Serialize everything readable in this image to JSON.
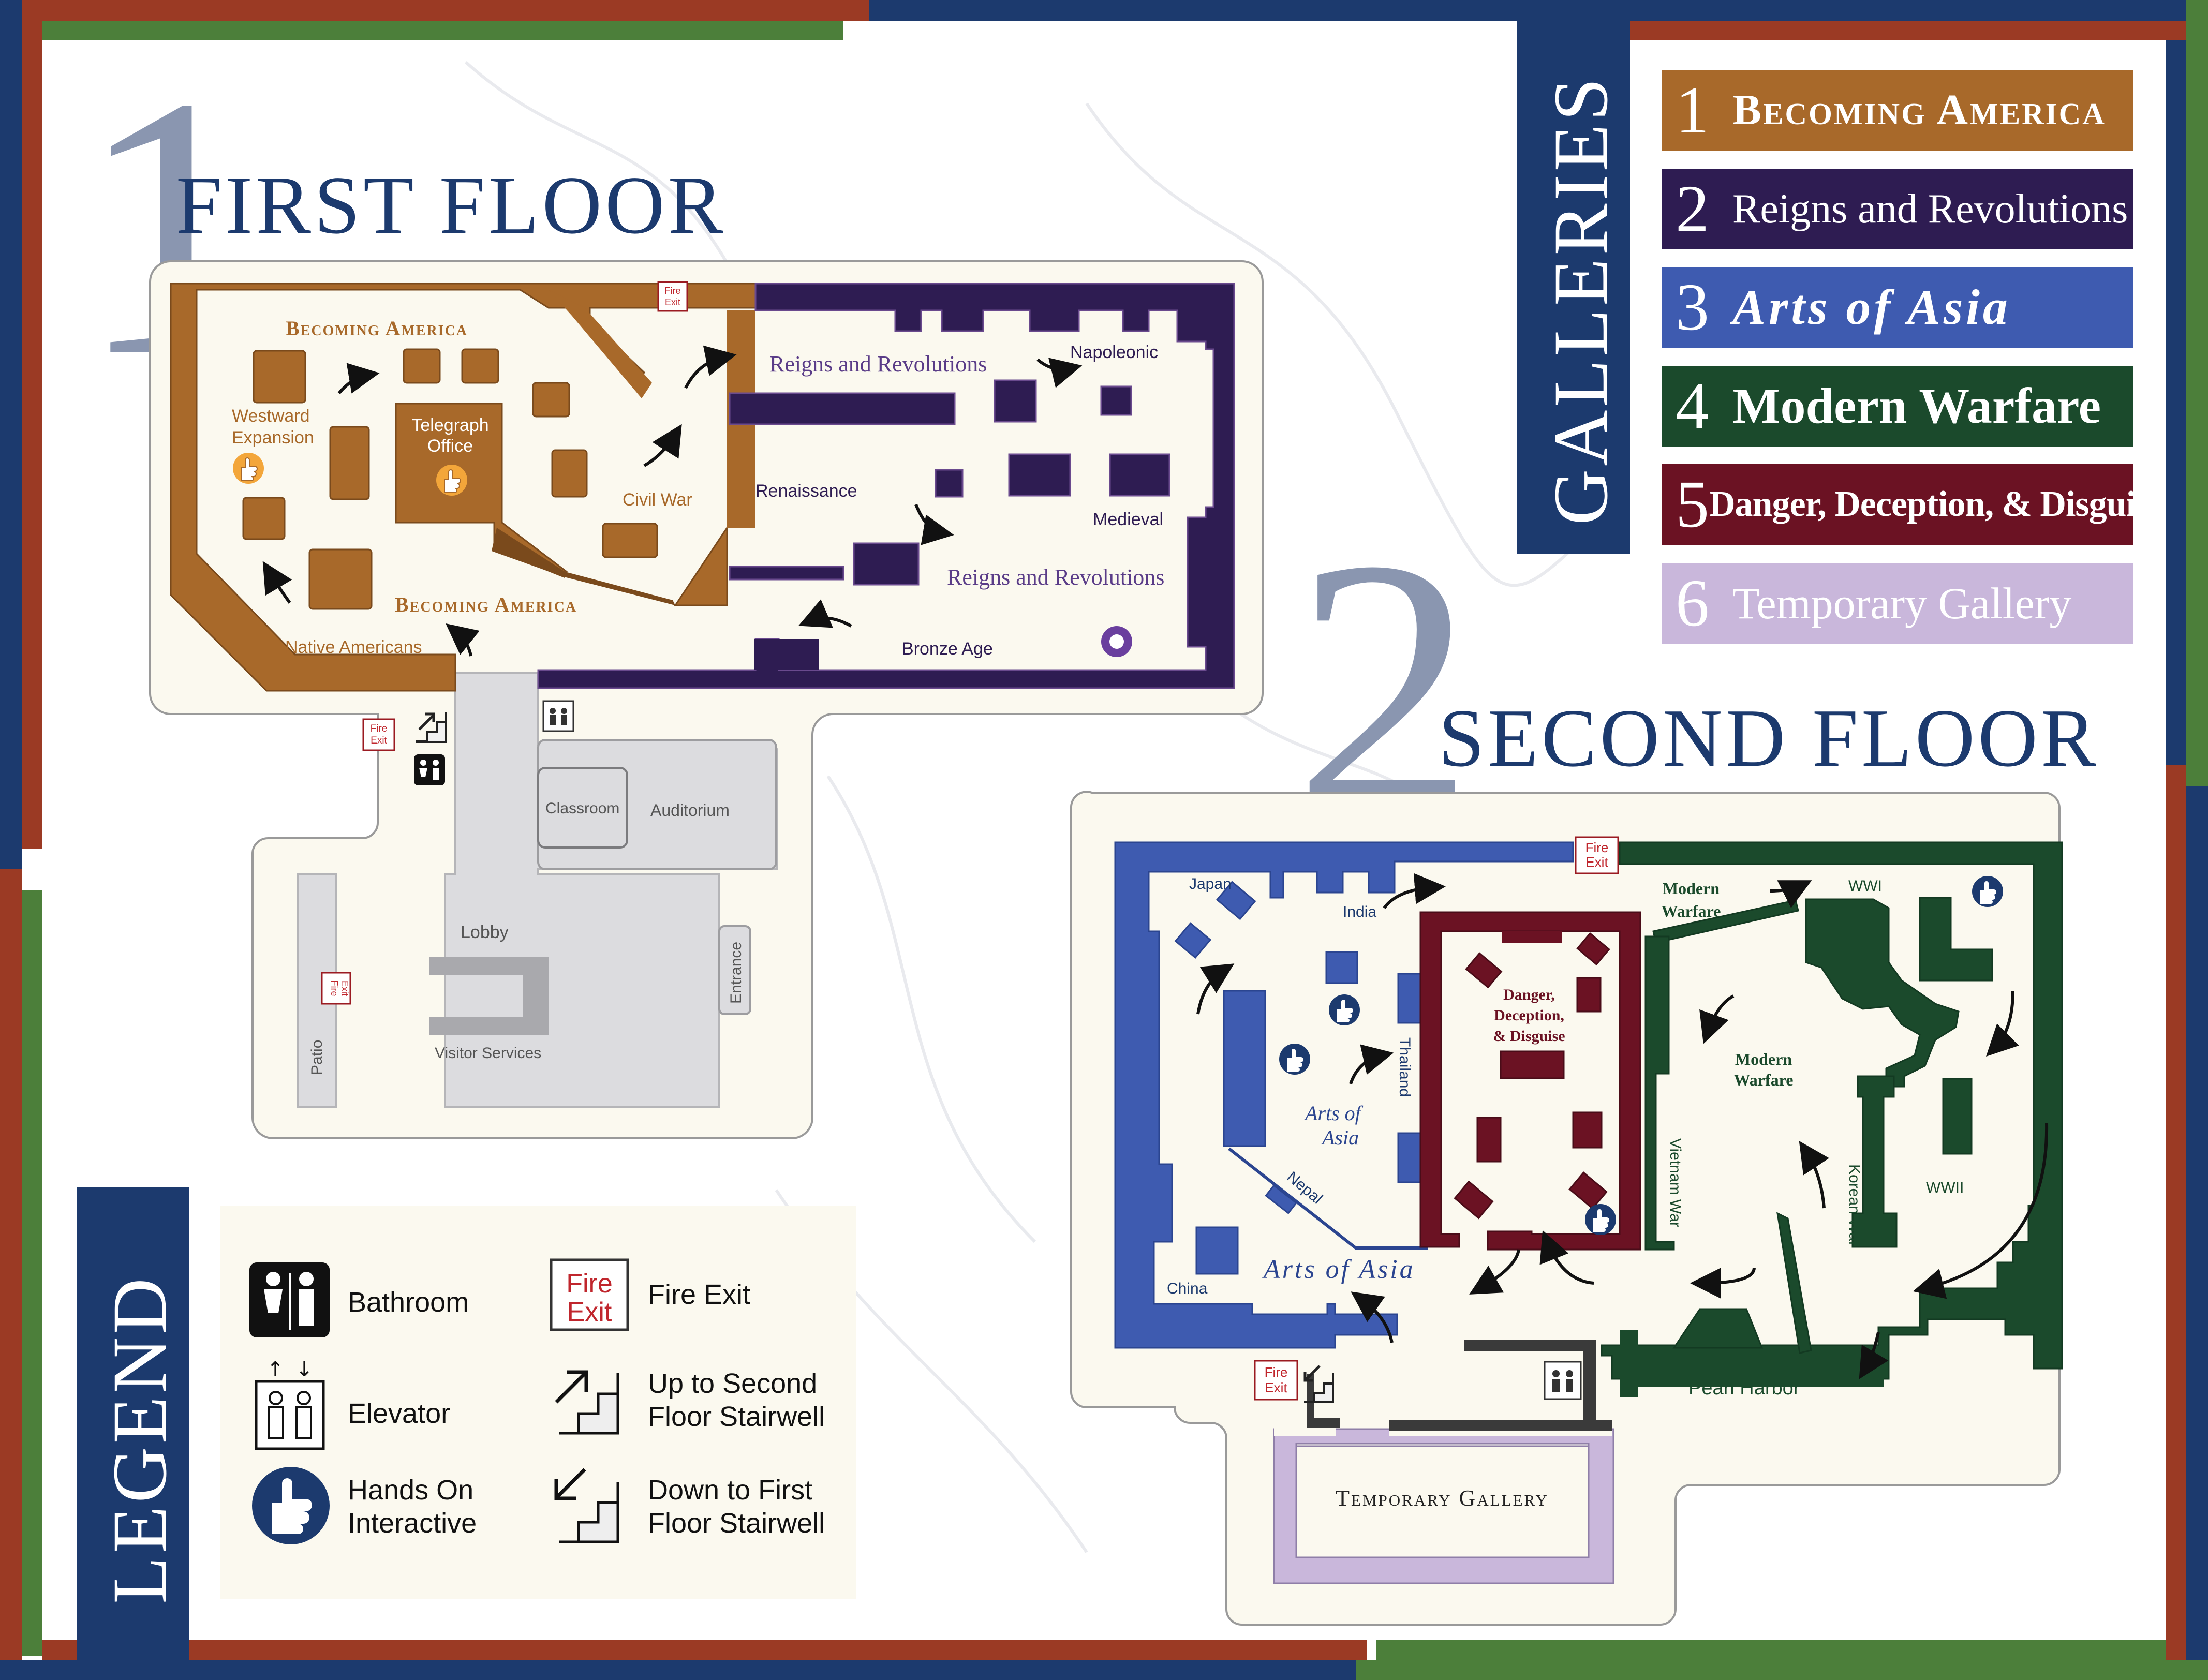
{
  "floors": {
    "first": {
      "number": "1",
      "title": "FIRST FLOOR"
    },
    "second": {
      "number": "2",
      "title": "SECOND FLOOR"
    }
  },
  "galleries": {
    "heading": "GALLERIES",
    "items": [
      {
        "number": "1",
        "name": "Becoming America",
        "color": "#a8692a"
      },
      {
        "number": "2",
        "name": "Reigns and Revolutions",
        "color": "#2e1c52"
      },
      {
        "number": "3",
        "name": "Arts of Asia",
        "color": "#3e5bb0"
      },
      {
        "number": "4",
        "name": "Modern Warfare",
        "color": "#1b4a2c"
      },
      {
        "number": "5",
        "name": "Danger, Deception, & Disguise",
        "color": "#6b1223"
      },
      {
        "number": "6",
        "name": "Temporary Gallery",
        "color": "#c9b7db"
      }
    ]
  },
  "first_floor_labels": {
    "becoming_america_top": "Becoming America",
    "becoming_america_bottom": "Becoming America",
    "westward": "Westward Expansion",
    "telegraph": "Telegraph Office",
    "civil_war": "Civil War",
    "native_americans": "Native Americans",
    "reigns_top": "Reigns and Revolutions",
    "reigns_bottom": "Reigns and Revolutions",
    "napoleonic": "Napoleonic",
    "renaissance": "Renaissance",
    "medieval": "Medieval",
    "bronze_age": "Bronze Age",
    "classroom": "Classroom",
    "auditorium": "Auditorium",
    "lobby": "Lobby",
    "visitor_services": "Visitor Services",
    "entrance": "Entrance",
    "patio": "Patio",
    "fire_exit": "Fire Exit"
  },
  "second_floor_labels": {
    "japan": "Japan",
    "india": "India",
    "thailand": "Thailand",
    "nepal": "Nepal",
    "china": "China",
    "arts_of_asia": "Arts of Asia",
    "danger": "Danger, Deception, & Disguise",
    "modern_warfare": "Modern Warfare",
    "wwi": "WWI",
    "wwii": "WWII",
    "vietnam_war": "Vietnam War",
    "korean_war": "Korean War",
    "pearl_harbor": "Pearl Harbor",
    "temporary_gallery": "Temporary Gallery",
    "fire_exit": "Fire Exit"
  },
  "legend": {
    "heading": "LEGEND",
    "bathroom": "Bathroom",
    "elevator": "Elevator",
    "hands_on": "Hands On Interactive",
    "fire_exit": "Fire Exit",
    "up_stairs": "Up to Second Floor Stairwell",
    "down_stairs": "Down to First Floor Stairwell"
  },
  "colors": {
    "navy": "#1c3a6e",
    "rust": "#9b3a24",
    "green": "#4c7f3a",
    "becoming_america": "#a8692a",
    "reigns": "#2e1c52",
    "asia": "#3e5bb0",
    "warfare": "#1b4a2c",
    "danger": "#6b1223",
    "temporary": "#c9b7db",
    "floor_number": "#8a96b0"
  }
}
